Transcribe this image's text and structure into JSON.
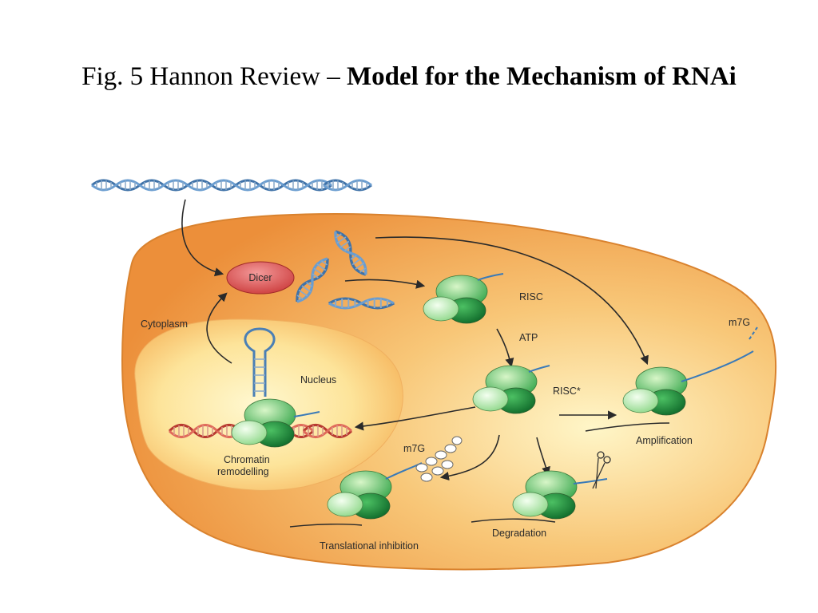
{
  "slide": {
    "title_prefix": "Fig. 5 Hannon Review – ",
    "title_bold": "Model for the Mechanism of RNAi"
  },
  "diagram": {
    "labels": {
      "dicer": "Dicer",
      "risc": "RISC",
      "atp": "ATP",
      "risc_active": "RISC*",
      "m7g_top": "m7G",
      "cytoplasm": "Cytoplasm",
      "nucleus": "Nucleus",
      "chromatin": "Chromatin",
      "remodelling": "remodelling",
      "amplification": "Amplification",
      "m7g_bottom": "m7G",
      "degradation": "Degradation",
      "translational_inhibition": "Translational inhibition"
    },
    "colors": {
      "cell": "#f0a04a",
      "nucleus": "#fff1b0",
      "dicer": "#e05a5a",
      "risc_light": "#a8e0a0",
      "risc_dark": "#1f8a3a",
      "dna_blue": "#4a7fb5",
      "dna_red": "#c0443a"
    }
  }
}
